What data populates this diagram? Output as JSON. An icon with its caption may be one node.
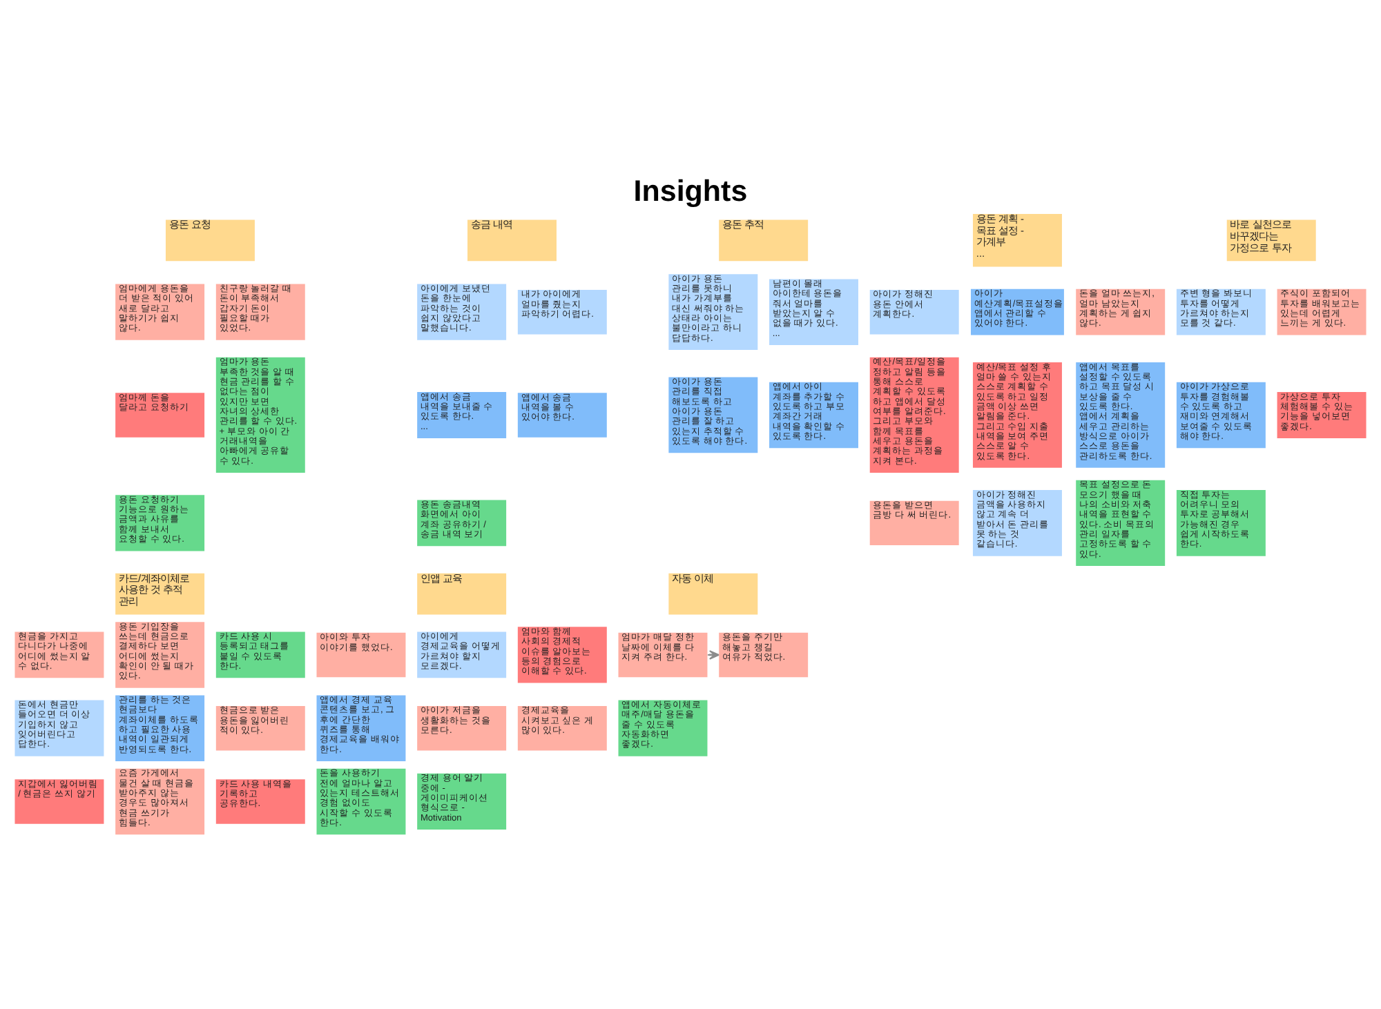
{
  "diagram": {
    "title": "Insights",
    "nodes": [
      {
        "text": [
          "용돈 요청"
        ]
      },
      {
        "text": [
          "엄마에게 용돈을 더 받은 적이 있어 새로 달라고 말하기가 쉽지 않다."
        ]
      },
      {
        "text": [
          "친구랑 놀러갈 때 돈이 부족해서 갑자기 돈이 필요할 때가 있었다."
        ]
      },
      {
        "text": [
          "엄마께 돈을 달라고 요청하기"
        ]
      },
      {
        "text": [
          "용돈 요청하기 기능으로 원하는 금액과 사유를 함께 보내서 요청할 수 있다."
        ]
      },
      {
        "text": [
          "엄마가 용돈 부족한 것을 알 때 현금 관리를 할 수 없다는 점이 있지만 보면 자녀의 상세한 관리를 할 수 있다. + 부모와 아이 간 거래내역을 아빠에게 공유할 수 있다."
        ]
      },
      {
        "text": [
          "송금 내역"
        ]
      },
      {
        "text": [
          "아이에게 보냈던 돈을 한눈에 파악하는 것이 쉽지 않았다고 말했습니다."
        ]
      },
      {
        "text": [
          "내가 아이에게 얼마를 줬는지 파악하기 어렵다."
        ]
      },
      {
        "text": [
          "앱에서 송금 내역을 보내줄 수 있도록 한다.",
          "..."
        ]
      },
      {
        "text": [
          "앱에서 송금 내역을 볼 수 있어야 한다."
        ]
      },
      {
        "text": [
          "용돈 송금내역 화면에서 아이 계좌 공유하기 / 송금 내역 보기"
        ]
      },
      {
        "text": [
          "용돈 추적"
        ]
      },
      {
        "text": [
          "아이가 용돈 관리를 못하니 내가 가계부를 대신 써줘야 하는 상태라 아이는 불만이라고 하니 답답하다."
        ]
      },
      {
        "text": [
          "남편이 몰래 아이한테 용돈을 줘서 얼마를 받았는지 알 수 없을 때가 있다.",
          "..."
        ]
      },
      {
        "text": [
          "아이가 용돈 관리를 직접 해보도록 하고 아이가 용돈 관리를 잘 하고 있는지 추적할 수 있도록 해야 한다."
        ]
      },
      {
        "text": [
          "앱에서 아이 계좌를 추가할 수 있도록 하고 부모 계좌간 거래 내역을 확인할 수 있도록 한다."
        ]
      },
      {
        "text": [
          "용돈 계획 - 목표 설정 - 가계부",
          "..."
        ]
      },
      {
        "text": [
          "아이가 정해진 용돈 안에서 계획한다."
        ]
      },
      {
        "text": [
          "아이가 예산계획/목표설정을 앱에서 관리할 수 있어야 한다."
        ]
      },
      {
        "text": [
          "돈을 얼마 쓰는지, 얼마 남았는지 계획하는 게 쉽지 않다."
        ]
      },
      {
        "text": [
          "예산/목표/일정을 정하고 알림 등을 통해 스스로 계획할 수 있도록 하고 앱에서 달성 여부를 알려준다. 그리고 부모와 함께 목표를 세우고 용돈을 계획하는 과정을 지켜 본다."
        ]
      },
      {
        "text": [
          "용돈을 받으면 금방 다 써 버린다."
        ]
      },
      {
        "text": [
          "예산/목표 설정 후 얼마 쓸 수 있는지 스스로 계획할 수 있도록 하고 일정 금액 이상 쓰면 알림을 준다. 그리고 수입 지출 내역을 보여 주면 스스로 알 수 있도록 한다."
        ]
      },
      {
        "text": [
          "아이가 정해진 금액을 사용하지 않고 계속 더 받아서 돈 관리를 못 하는 것 같습니다."
        ]
      },
      {
        "text": [
          "앱에서 목표를 설정할 수 있도록 하고 목표 달성 시 보상을 줄 수 있도록 한다. 앱에서 계획을 세우고 관리하는 방식으로 아이가 스스로 용돈을 관리하도록 한다."
        ]
      },
      {
        "text": [
          "목표 설정으로 돈 모으기 했을 때 나의 소비와 저축 내역을 표현할 수 있다. 소비 목표의 관리 일자를 고정하도록 할 수 있다."
        ]
      },
      {
        "text": [
          "바로 실천으로 바꾸겠다는 가정으로 투자"
        ]
      },
      {
        "text": [
          "주변 형을 봐보니 투자를 어떻게 가르쳐야 하는지 모를 것 같다."
        ]
      },
      {
        "text": [
          "아이가 가상으로 투자를 경험해볼 수 있도록 하고 재미와 연계해서 보여줄 수 있도록 해야 한다."
        ]
      },
      {
        "text": [
          "주식이 포함되어 투자를 배워보고는 있는데 어렵게 느끼는 게 있다."
        ]
      },
      {
        "text": [
          "가상으로 투자 체험해볼 수 있는 기능을 넣어보면 좋겠다."
        ]
      },
      {
        "text": [
          "직접 투자는 어려우니 모의 투자로 공부해서 가능해진 경우 쉽게 시작하도록 한다."
        ]
      },
      {
        "text": [
          "카드/계좌이체로 사용한 것 추적 관리"
        ]
      },
      {
        "text": [
          "현금을 가지고 다니다가 나중에 어디에 썼는지 알 수 없다."
        ]
      },
      {
        "text": [
          "용돈 기입장을 쓰는데 현금으로 결제하다 보면 어디에 썼는지 확인이 안 될 때가 있다."
        ]
      },
      {
        "text": [
          "카드 사용 시 등록되고 태그를 붙일 수 있도록 한다."
        ]
      },
      {
        "text": [
          "돈에서 현금만 들어오면 더 이상 기입하지 않고 잊어버린다고 답한다."
        ]
      },
      {
        "text": [
          "관리를 하는 것은 현금보다 계좌이체를 하도록 하고 필요한 사용 내역이 일관되게 반영되도록 한다."
        ]
      },
      {
        "text": [
          "현금으로 받은 용돈을 잃어버린 적이 있다."
        ]
      },
      {
        "text": [
          "지갑에서 잃어버림 / 현금은 쓰지 않기"
        ]
      },
      {
        "text": [
          "요즘 가게에서 물건 살 때 현금을 받아주지 않는 경우도 많아져서 현금 쓰기가 힘들다."
        ]
      },
      {
        "text": [
          "카드 사용 내역을 기록하고 공유한다."
        ]
      },
      {
        "text": [
          "인앱 교육"
        ]
      },
      {
        "text": [
          "아이와 투자 이야기를 했었다."
        ]
      },
      {
        "text": [
          "아이에게 경제교육을 어떻게 가르쳐야 할지 모르겠다."
        ]
      },
      {
        "text": [
          "엄마와 함께 사회의 경제적 이슈를 알아보는 등의 경험으로 이해할 수 있다."
        ]
      },
      {
        "text": [
          "앱에서 경제 교육 콘텐츠를 보고, 그 후에 간단한 퀴즈를 통해 경제교육을 배워야 한다."
        ]
      },
      {
        "text": [
          "아이가 저금을 생활화하는 것을 모른다."
        ]
      },
      {
        "text": [
          "경제교육을 시켜보고 싶은 게 많이 있다."
        ]
      },
      {
        "text": [
          "돈을 사용하기 전에 얼마나 알고 있는지 테스트해서 경험 없이도 시작할 수 있도록 한다."
        ]
      },
      {
        "text": [
          "경제 용어 알기 중에 - 게이미피케이션 형식으로 - Motivation"
        ]
      },
      {
        "text": [
          "자동 이체"
        ]
      },
      {
        "text": [
          "엄마가 매달 정한 날짜에 이체를 다 지켜 주려 한다."
        ]
      },
      {
        "text": [
          "용돈을 주기만 해놓고 챙길 여유가 적었다."
        ]
      },
      {
        "text": [
          "앱에서 자동이체로 매주/매달 용돈을 줄 수 있도록 자동화하면 좋겠다."
        ]
      }
    ],
    "edges": [
      {
        "from": 53,
        "to": 54,
        "arrow": "to"
      }
    ]
  }
}
